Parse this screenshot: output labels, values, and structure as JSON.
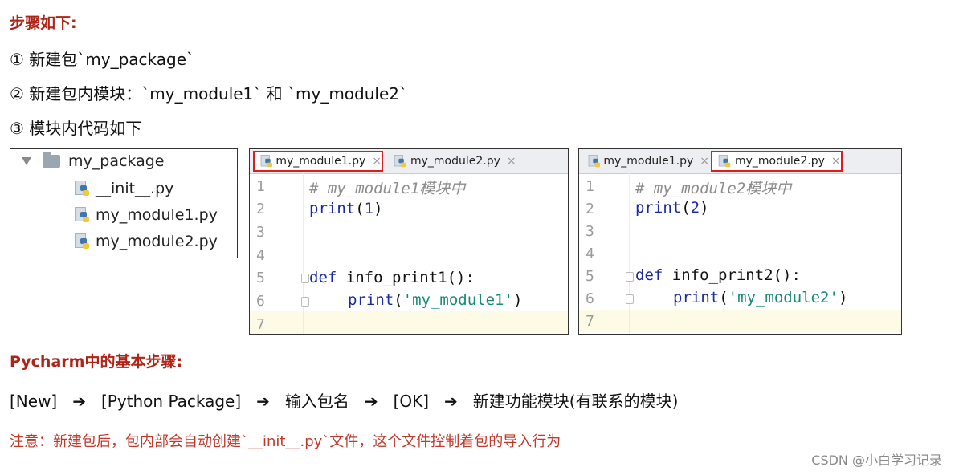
{
  "heading_steps": "步骤如下:",
  "steps": [
    "① 新建包`my_package`",
    "② 新建包内模块：`my_module1` 和 `my_module2`",
    "③ 模块内代码如下"
  ],
  "tree": {
    "folder": "my_package",
    "files": [
      "__init__.py",
      "my_module1.py",
      "my_module2.py"
    ]
  },
  "editor1": {
    "tabs": [
      "my_module1.py",
      "my_module2.py"
    ],
    "active_tab": 0,
    "line_numbers": [
      "1",
      "2",
      "3",
      "4",
      "5",
      "6",
      "7"
    ],
    "line1_comment": "# my_module1模块中",
    "line2_fn": "print",
    "line2_open": "(",
    "line2_num": "1",
    "line2_close": ")",
    "line5_kw": "def",
    "line5_rest": " info_print1():",
    "line6_fn": "print",
    "line6_open": "(",
    "line6_str": "'my_module1'",
    "line6_close": ")"
  },
  "editor2": {
    "tabs": [
      "my_module1.py",
      "my_module2.py"
    ],
    "active_tab": 1,
    "line_numbers": [
      "1",
      "2",
      "3",
      "4",
      "5",
      "6",
      "7"
    ],
    "line1_comment": "# my_module2模块中",
    "line2_fn": "print",
    "line2_open": "(",
    "line2_num": "2",
    "line2_close": ")",
    "line5_kw": "def",
    "line5_rest": " info_print2():",
    "line6_fn": "print",
    "line6_open": "(",
    "line6_str": "'my_module2'",
    "line6_close": ")"
  },
  "heading_pycharm": "Pycharm中的基本步骤:",
  "flow": [
    "[New]",
    "[Python Package]",
    "输入包名",
    "[OK]",
    "新建功能模块(有联系的模块)"
  ],
  "arrow_glyph": "➔",
  "note": "注意：新建包后，包内部会自动创建`__init__.py`文件，这个文件控制着包的导入行为",
  "watermark": "CSDN @小白学习记录"
}
